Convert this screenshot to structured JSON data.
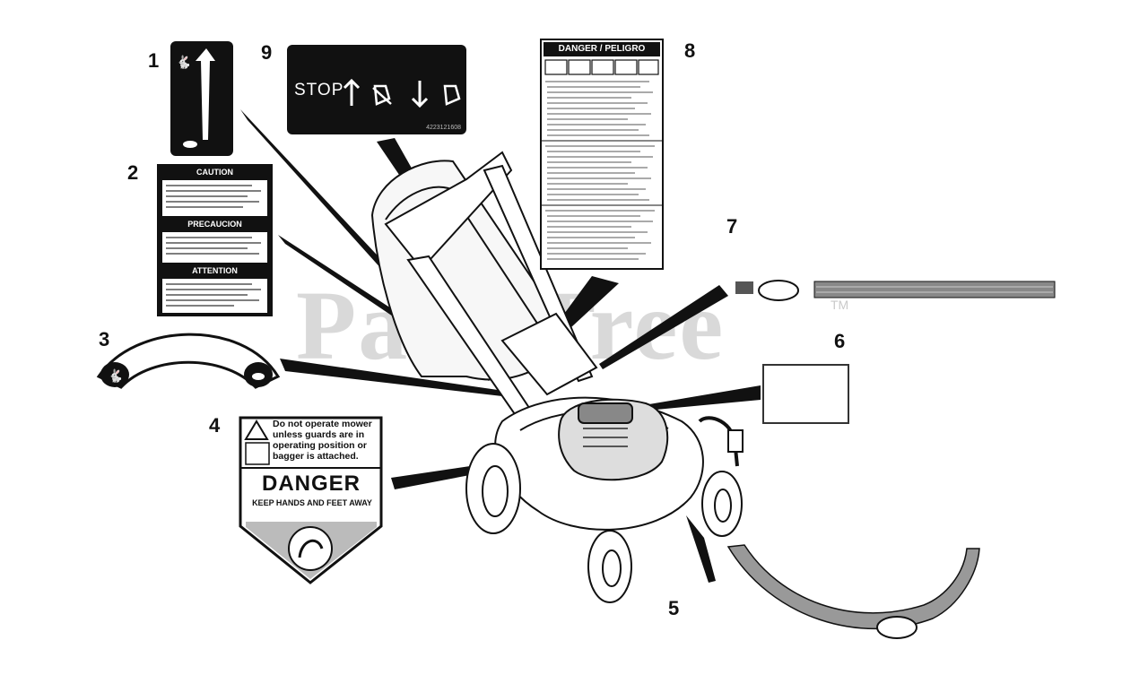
{
  "callouts": [
    "1",
    "2",
    "3",
    "4",
    "5",
    "6",
    "7",
    "8",
    "9"
  ],
  "watermark": "PartsTree",
  "trademark": "TM",
  "decal9": {
    "stop": "STOP",
    "code": "4223121608"
  },
  "decal2": {
    "heads": [
      "CAUTION",
      "PRECAUCION",
      "ATTENTION"
    ]
  },
  "decal4": {
    "lines": [
      "Do not operate mower",
      "unless guards are in",
      "operating position or",
      "bagger is attached."
    ],
    "danger": "DANGER",
    "sub": "KEEP HANDS AND FEET AWAY"
  },
  "decal8": {
    "head": "DANGER / PELIGRO"
  },
  "colors": {
    "ink": "#111111",
    "watermark": "#787878",
    "paper": "#ffffff"
  },
  "icons": [
    "hare-icon",
    "tortoise-icon",
    "arrow-up-icon",
    "arrow-down-icon",
    "choke-icon",
    "fuel-icon",
    "warning-triangle-icon",
    "hand-hazard-icon",
    "brand-logo-icon"
  ]
}
